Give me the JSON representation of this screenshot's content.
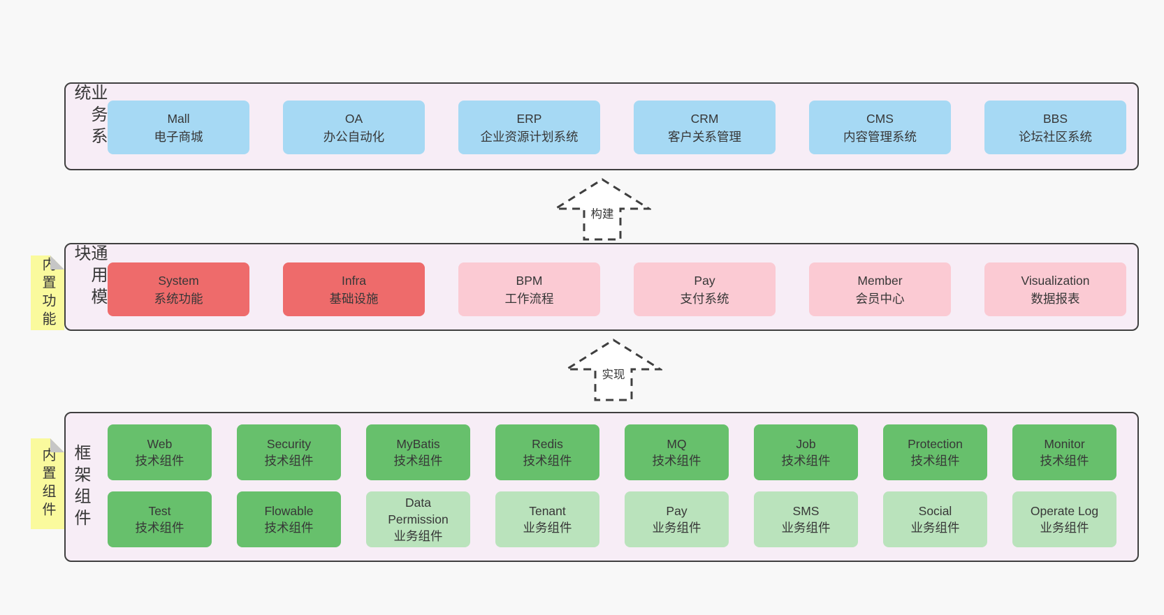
{
  "colors": {
    "page_bg": "#f8f8f8",
    "container_bg": "#f7edf6",
    "container_border": "#3f3f3f",
    "sticky_bg": "#fafa9d",
    "sticky_fold": "#c6c6c6",
    "text": "#373737",
    "arrow_fill": "#ffffff",
    "arrow_stroke": "#3f3f3f",
    "box": {
      "blue": "#a6d9f4",
      "red": "#ee6b6b",
      "pink": "#fbcad3",
      "green": "#67c06c",
      "light_green": "#bae3bc"
    }
  },
  "arrows": [
    {
      "id": "build",
      "label": "构建"
    },
    {
      "id": "implement",
      "label": "实现"
    }
  ],
  "layers": {
    "business": {
      "side_label": "业务系统",
      "boxes": [
        {
          "title": "Mall",
          "subtitle": "电子商城",
          "color": "blue"
        },
        {
          "title": "OA",
          "subtitle": "办公自动化",
          "color": "blue"
        },
        {
          "title": "ERP",
          "subtitle": "企业资源计划系统",
          "color": "blue"
        },
        {
          "title": "CRM",
          "subtitle": "客户关系管理",
          "color": "blue"
        },
        {
          "title": "CMS",
          "subtitle": "内容管理系统",
          "color": "blue"
        },
        {
          "title": "BBS",
          "subtitle": "论坛社区系统",
          "color": "blue"
        }
      ]
    },
    "modules": {
      "side_label": "通用模块",
      "sticky_label": "内置功能",
      "boxes": [
        {
          "title": "System",
          "subtitle": "系统功能",
          "color": "red"
        },
        {
          "title": "Infra",
          "subtitle": "基础设施",
          "color": "red"
        },
        {
          "title": "BPM",
          "subtitle": "工作流程",
          "color": "pink"
        },
        {
          "title": "Pay",
          "subtitle": "支付系统",
          "color": "pink"
        },
        {
          "title": "Member",
          "subtitle": "会员中心",
          "color": "pink"
        },
        {
          "title": "Visualization",
          "subtitle": "数据报表",
          "color": "pink"
        }
      ]
    },
    "components": {
      "side_label": "框架组件",
      "sticky_label": "内置组件",
      "rows": [
        [
          {
            "title": "Web",
            "subtitle": "技术组件",
            "color": "green"
          },
          {
            "title": "Security",
            "subtitle": "技术组件",
            "color": "green"
          },
          {
            "title": "MyBatis",
            "subtitle": "技术组件",
            "color": "green"
          },
          {
            "title": "Redis",
            "subtitle": "技术组件",
            "color": "green"
          },
          {
            "title": "MQ",
            "subtitle": "技术组件",
            "color": "green"
          },
          {
            "title": "Job",
            "subtitle": "技术组件",
            "color": "green"
          },
          {
            "title": "Protection",
            "subtitle": "技术组件",
            "color": "green"
          },
          {
            "title": "Monitor",
            "subtitle": "技术组件",
            "color": "green"
          }
        ],
        [
          {
            "title": "Test",
            "subtitle": "技术组件",
            "color": "green"
          },
          {
            "title": "Flowable",
            "subtitle": "技术组件",
            "color": "green"
          },
          {
            "title": "Data Permission",
            "subtitle": "业务组件",
            "color": "light_green"
          },
          {
            "title": "Tenant",
            "subtitle": "业务组件",
            "color": "light_green"
          },
          {
            "title": "Pay",
            "subtitle": "业务组件",
            "color": "light_green"
          },
          {
            "title": "SMS",
            "subtitle": "业务组件",
            "color": "light_green"
          },
          {
            "title": "Social",
            "subtitle": "业务组件",
            "color": "light_green"
          },
          {
            "title": "Operate Log",
            "subtitle": "业务组件",
            "color": "light_green"
          }
        ]
      ]
    }
  }
}
